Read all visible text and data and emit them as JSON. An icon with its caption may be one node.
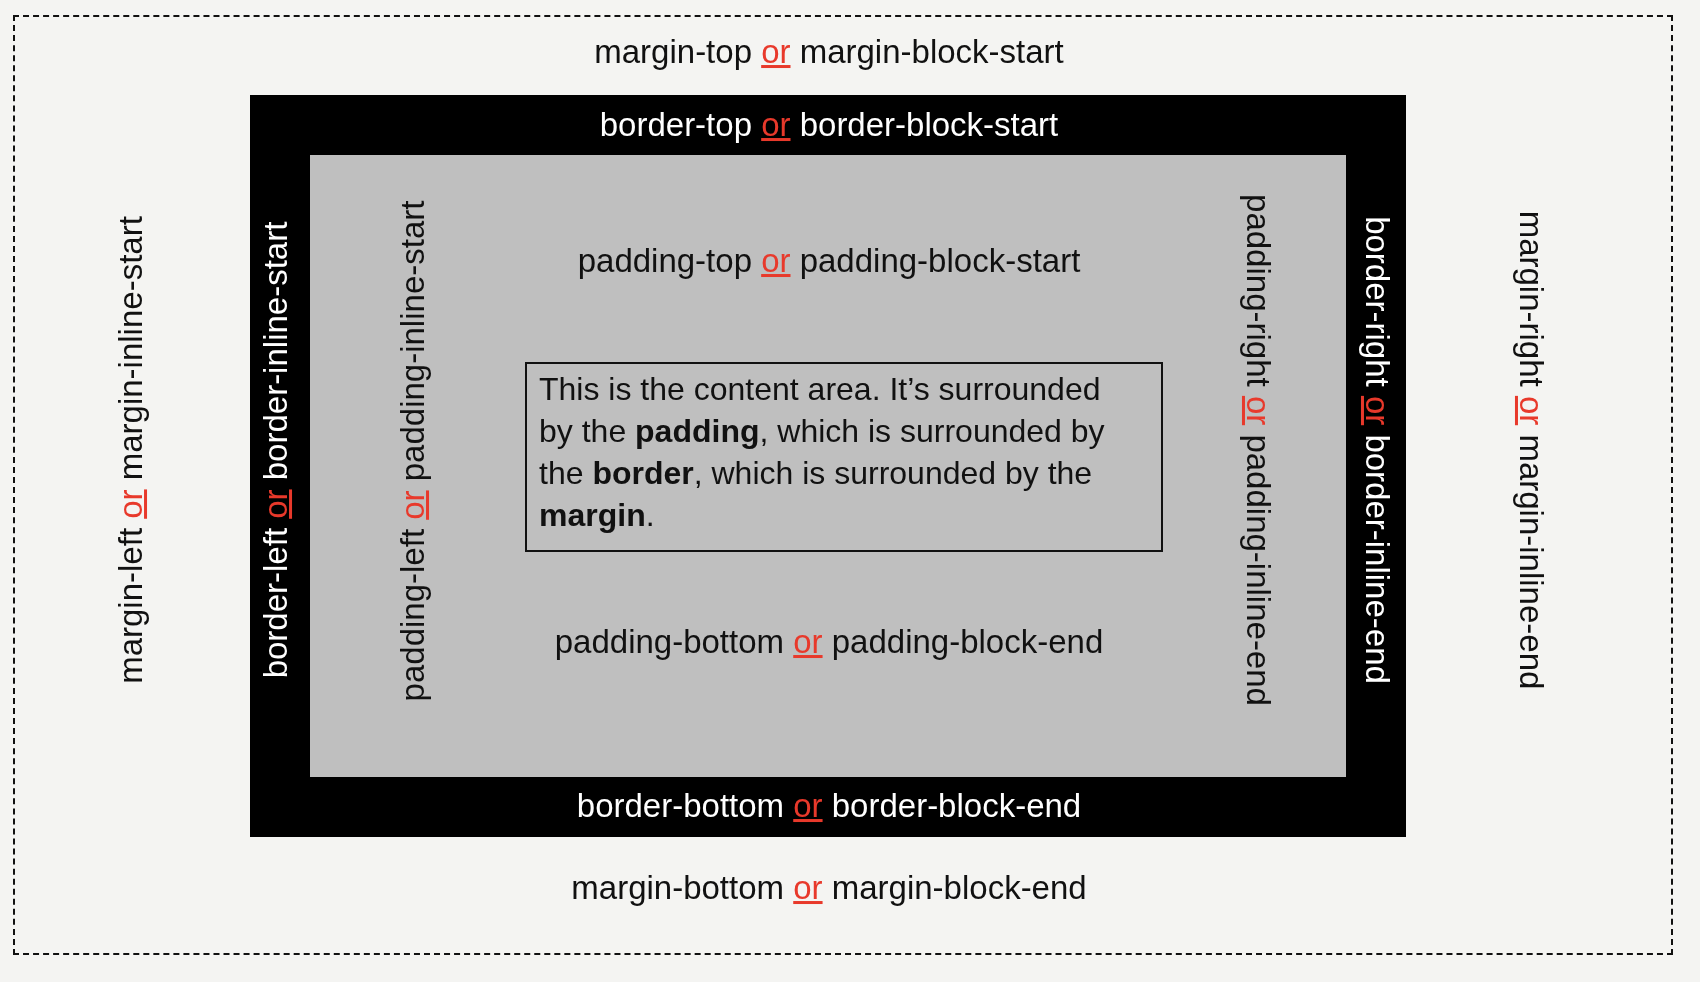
{
  "diagram": {
    "nodes": [
      {
        "text": [
          "margin-top or margin-block-start",
          "margin-left or margin-inline-start",
          "margin-right or margin-inline-end",
          "margin-bottom or margin-block-end"
        ]
      },
      {
        "text": [
          "border-top or border-block-start",
          "border-left or border-inline-start",
          "border-right or border-inline-end",
          "border-bottom or border-block-end"
        ],
        "in": 0
      },
      {
        "text": [
          "padding-top or padding-block-start",
          "padding-left or padding-inline-start",
          "padding-right or padding-inline-end",
          "padding-bottom or padding-block-end"
        ],
        "in": 1
      },
      {
        "text": [
          "This is the content area. It’s surrounded by the **padding**, which is surrounded by the **border**, which is surrounded by the **margin**."
        ],
        "in": 2
      }
    ]
  }
}
